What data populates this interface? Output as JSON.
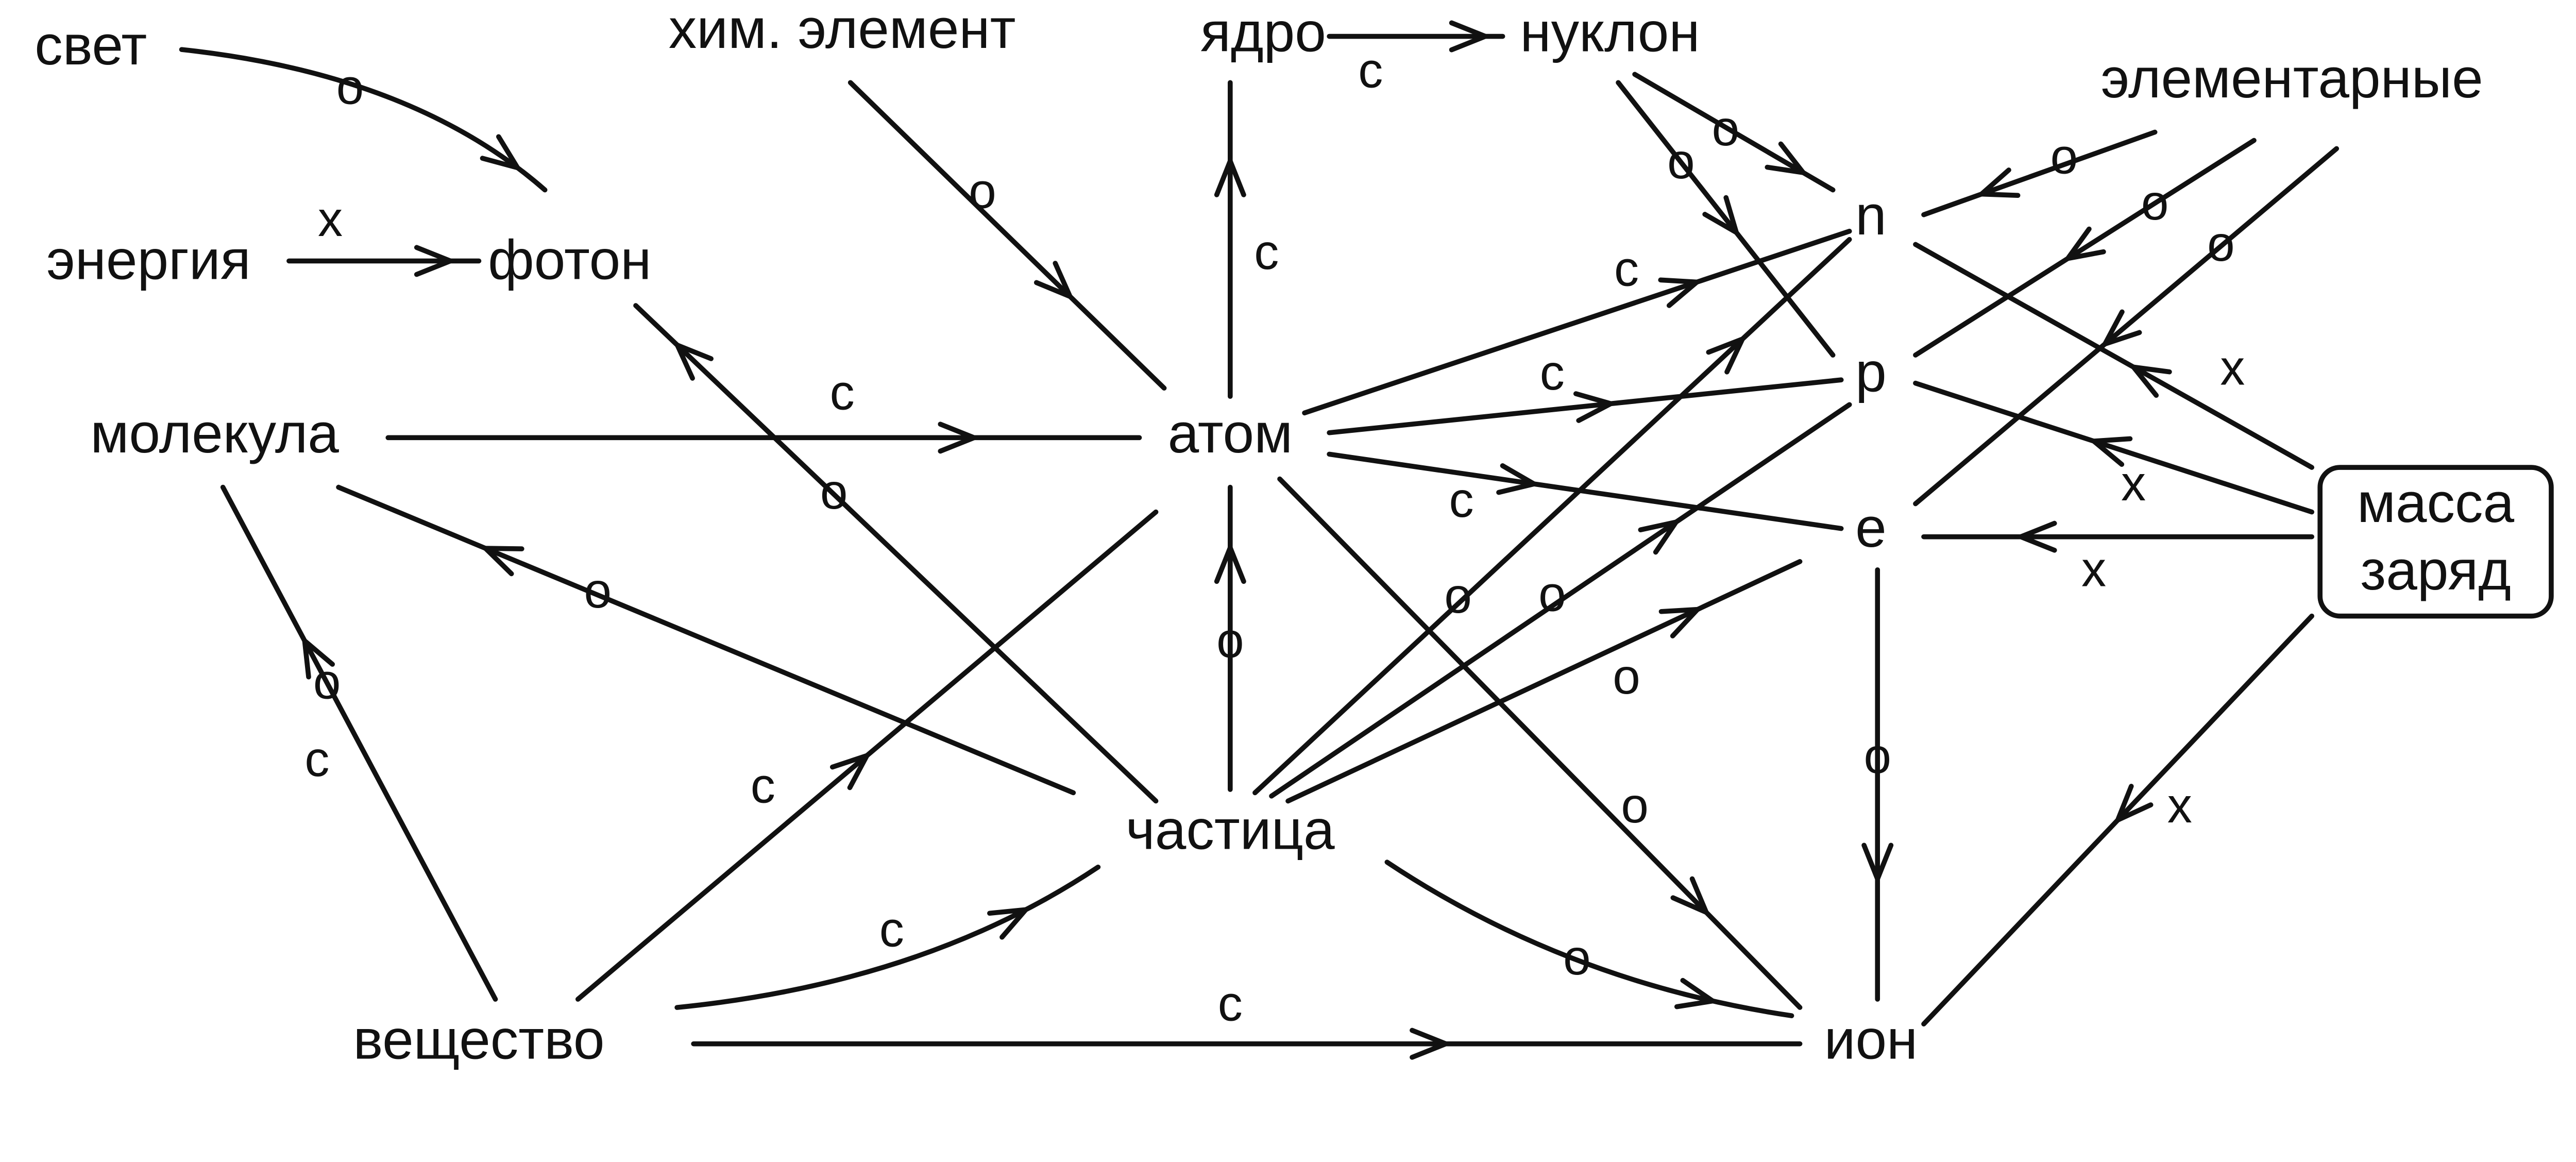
{
  "nodes": {
    "svet": "свет",
    "him_element": "хим. элемент",
    "yadro": "ядро",
    "nuklon": "нуклон",
    "elementarnye": "элементарные",
    "energiya": "энергия",
    "foton": "фотон",
    "molekula": "молекула",
    "atom": "атом",
    "n": "n",
    "p": "p",
    "e": "e",
    "massa": "масса",
    "zaryad": "заряд",
    "chastica": "частица",
    "veshchestvo": "вещество",
    "ion": "ион"
  },
  "edges": [
    {
      "from": "свет",
      "to": "фотон",
      "labels": [
        "о"
      ]
    },
    {
      "from": "энергия",
      "to": "фотон",
      "labels": [
        "х"
      ]
    },
    {
      "from": "хим. элемент",
      "to": "атом",
      "labels": [
        "о"
      ]
    },
    {
      "from": "ядро",
      "to": "нуклон",
      "labels": [
        "с"
      ]
    },
    {
      "from": "атом",
      "to": "ядро",
      "labels": [
        "с"
      ]
    },
    {
      "from": "нуклон",
      "to": "n",
      "labels": [
        "о"
      ]
    },
    {
      "from": "нуклон",
      "to": "p",
      "labels": [
        "о"
      ]
    },
    {
      "from": "элементарные",
      "to": "n",
      "labels": [
        "о"
      ]
    },
    {
      "from": "элементарные",
      "to": "p",
      "labels": [
        "о"
      ]
    },
    {
      "from": "элементарные",
      "to": "e",
      "labels": [
        "о"
      ]
    },
    {
      "from": "масса заряд",
      "to": "n",
      "labels": [
        "х"
      ]
    },
    {
      "from": "масса заряд",
      "to": "p",
      "labels": [
        "х"
      ]
    },
    {
      "from": "масса заряд",
      "to": "e",
      "labels": [
        "х"
      ]
    },
    {
      "from": "масса заряд",
      "to": "ион",
      "labels": [
        "х"
      ]
    },
    {
      "from": "молекула",
      "to": "атом",
      "labels": [
        "с"
      ]
    },
    {
      "from": "частица",
      "to": "фотон",
      "labels": [
        "о"
      ]
    },
    {
      "from": "частица",
      "to": "молекула",
      "labels": [
        "о"
      ]
    },
    {
      "from": "вещество",
      "to": "молекула",
      "labels": [
        "о",
        "с"
      ]
    },
    {
      "from": "вещество",
      "to": "атом",
      "labels": [
        "с"
      ]
    },
    {
      "from": "вещество",
      "to": "частица",
      "labels": [
        "с"
      ]
    },
    {
      "from": "вещество",
      "to": "ион",
      "labels": [
        "с"
      ]
    },
    {
      "from": "частица",
      "to": "атом",
      "labels": [
        "о"
      ]
    },
    {
      "from": "частица",
      "to": "n",
      "labels": [
        "о"
      ]
    },
    {
      "from": "частица",
      "to": "p",
      "labels": [
        "о"
      ]
    },
    {
      "from": "частица",
      "to": "e",
      "labels": [
        "о"
      ]
    },
    {
      "from": "атом",
      "to": "n",
      "labels": [
        "с"
      ]
    },
    {
      "from": "атом",
      "to": "p",
      "labels": [
        "с"
      ]
    },
    {
      "from": "атом",
      "to": "e",
      "labels": [
        "с"
      ]
    },
    {
      "from": "атом",
      "to": "ион",
      "labels": [
        "о"
      ]
    },
    {
      "from": "частица",
      "to": "ион",
      "labels": [
        "о"
      ]
    },
    {
      "from": "e",
      "to": "ион",
      "labels": [
        "о"
      ]
    }
  ]
}
